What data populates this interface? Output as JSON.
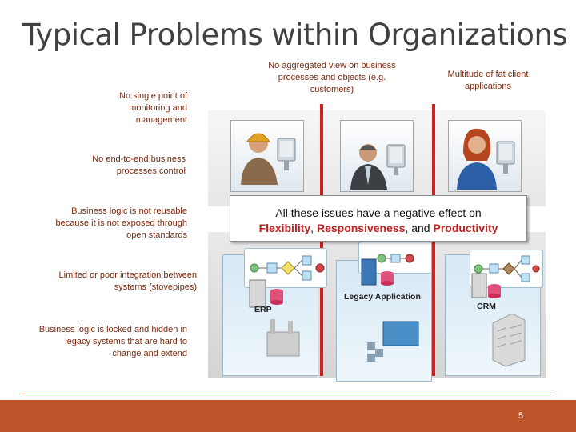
{
  "slide": {
    "title": "Typical Problems within Organizations",
    "page_number": "5"
  },
  "issues": [
    "No single point of monitoring and management",
    "No end-to-end business processes control",
    "Business logic is not reusable because it is not exposed through open standards",
    "Limited or poor integration between systems (stovepipes)",
    "Business logic is locked and hidden in legacy systems that are hard to change and extend"
  ],
  "top_notes": [
    "No aggregated view on business processes and objects (e.g. customers)",
    "Multitude of fat client applications"
  ],
  "callout": {
    "line1": "All these issues have a negative effect on",
    "word1": "Flexibility",
    "sep1": ", ",
    "word2": "Responsiveness",
    "sep2": ", and ",
    "word3": "Productivity"
  },
  "systems": {
    "erp": "ERP",
    "legacy": "Legacy Application",
    "crm": "CRM"
  },
  "colors": {
    "accent": "#c0542a",
    "divider": "#d21f1f",
    "issue_text": "#7a2a10",
    "highlight": "#c02020"
  }
}
